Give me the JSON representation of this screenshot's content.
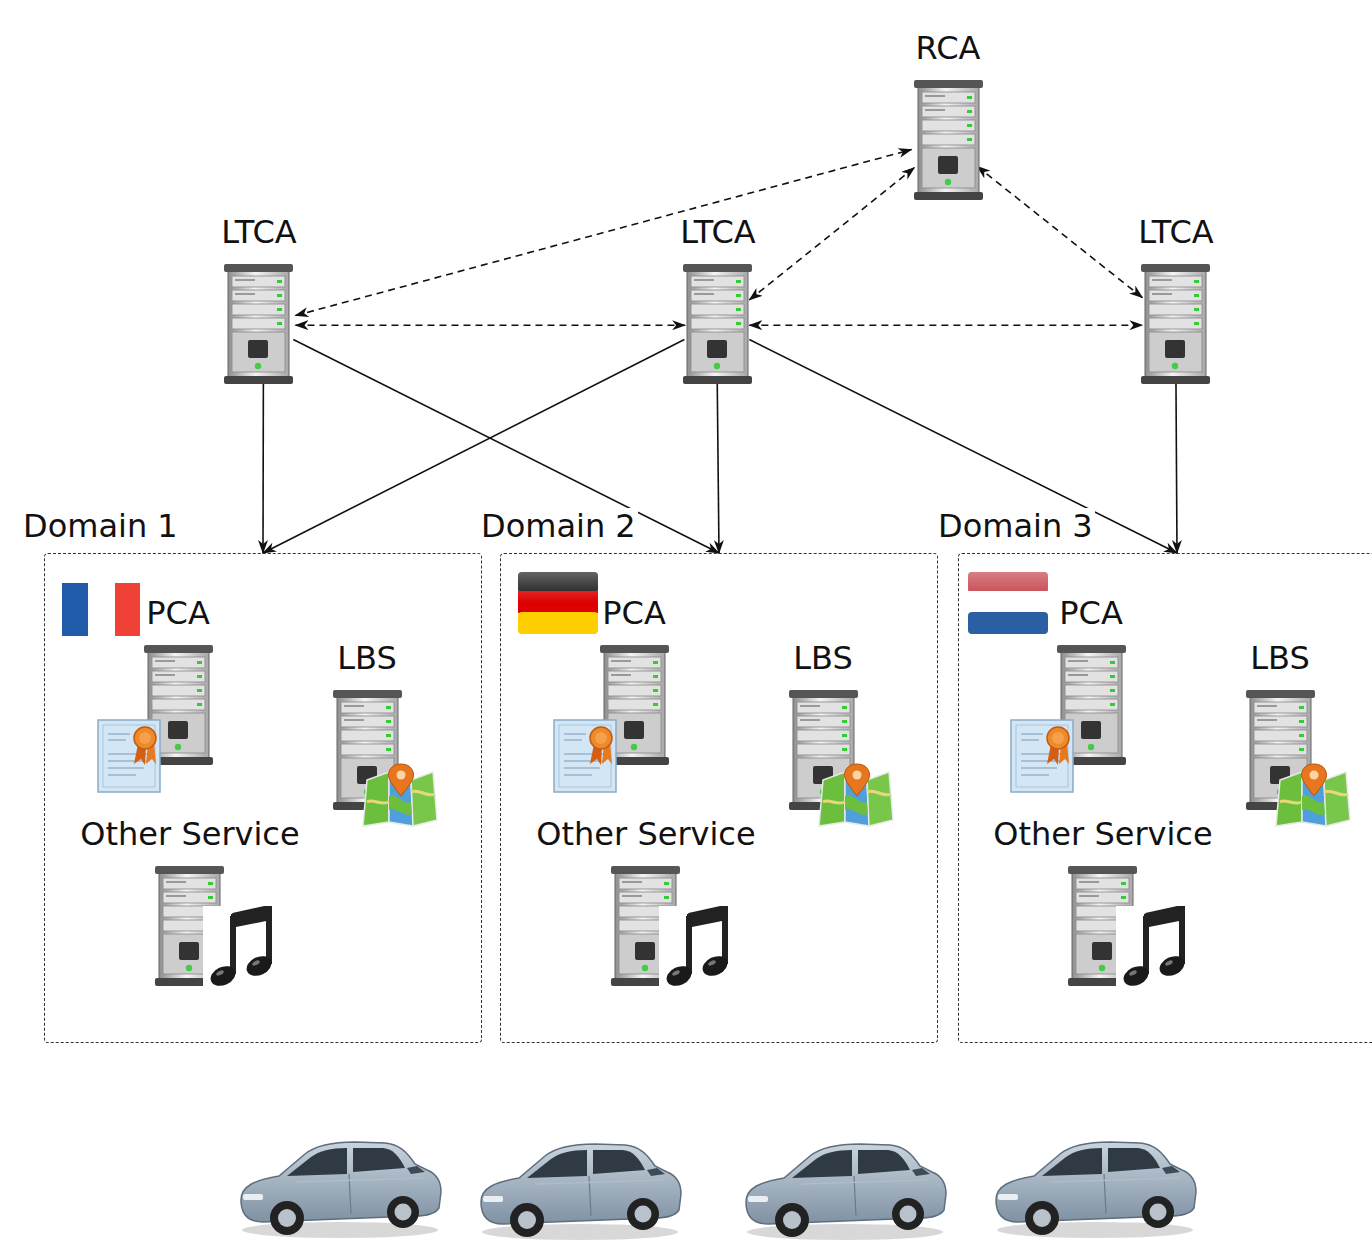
{
  "diagram": {
    "nodes": [
      {
        "text": [
          "RCA"
        ]
      },
      {
        "text": [
          "LTCA"
        ]
      },
      {
        "text": [
          "LTCA"
        ]
      },
      {
        "text": [
          "LTCA"
        ]
      },
      {
        "text": [
          "Domain 1"
        ]
      },
      {
        "text": [
          "PCA"
        ],
        "in": 4
      },
      {
        "text": [
          "LBS"
        ],
        "in": 4
      },
      {
        "text": [
          "Other Service"
        ],
        "in": 4
      },
      {
        "text": [
          "Domain 2"
        ]
      },
      {
        "text": [
          "PCA"
        ],
        "in": 8
      },
      {
        "text": [
          "LBS"
        ],
        "in": 8
      },
      {
        "text": [
          "Other Service"
        ],
        "in": 8
      },
      {
        "text": [
          "Domain 3"
        ]
      },
      {
        "text": [
          "PCA"
        ],
        "in": 12
      },
      {
        "text": [
          "LBS"
        ],
        "in": 12
      },
      {
        "text": [
          "Other Service"
        ],
        "in": 12
      }
    ],
    "edges": [
      {
        "from": 1,
        "to": 0,
        "arrow": "both"
      },
      {
        "from": 2,
        "to": 0,
        "arrow": "both"
      },
      {
        "from": 0,
        "to": 3,
        "arrow": "both"
      },
      {
        "from": 1,
        "to": 2,
        "arrow": "both"
      },
      {
        "from": 2,
        "to": 3,
        "arrow": "both"
      },
      {
        "from": 1,
        "to": 4,
        "arrow": "to"
      },
      {
        "from": 1,
        "to": 8,
        "arrow": "to"
      },
      {
        "from": 2,
        "to": 4,
        "arrow": "to"
      },
      {
        "from": 2,
        "to": 8,
        "arrow": "to"
      },
      {
        "from": 2,
        "to": 12,
        "arrow": "to"
      },
      {
        "from": 3,
        "to": 12,
        "arrow": "to"
      }
    ]
  }
}
